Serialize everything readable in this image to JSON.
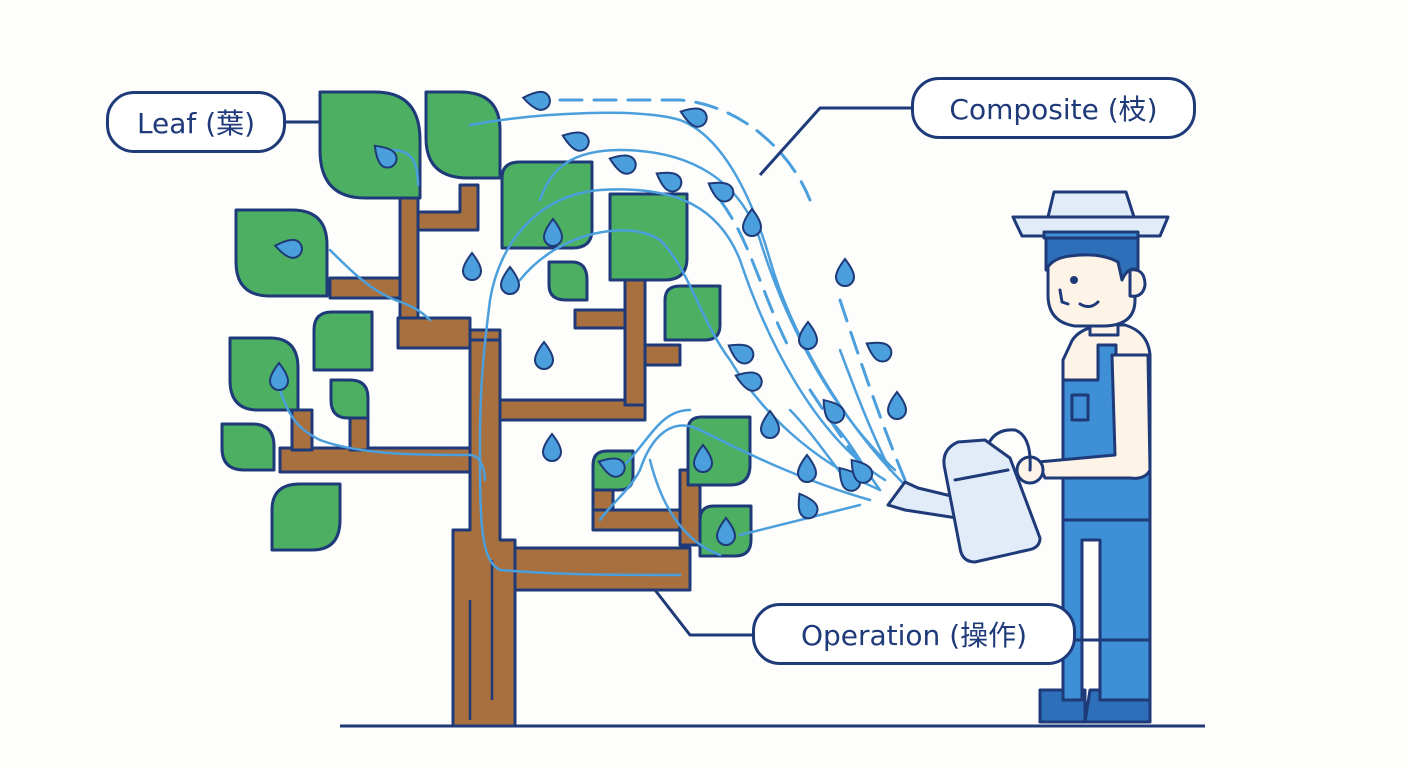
{
  "labels": {
    "leaf": "Leaf (葉)",
    "composite": "Composite (枝)",
    "operation": "Operation (操作)"
  },
  "colors": {
    "outline": "#1e3a78",
    "leaf_green": "#4caf62",
    "trunk_brown": "#a8703f",
    "water_blue": "#4a9fdc",
    "overalls_blue": "#3f8fd6",
    "can_light": "#e2ecf8",
    "skin": "#fdf3e6"
  }
}
